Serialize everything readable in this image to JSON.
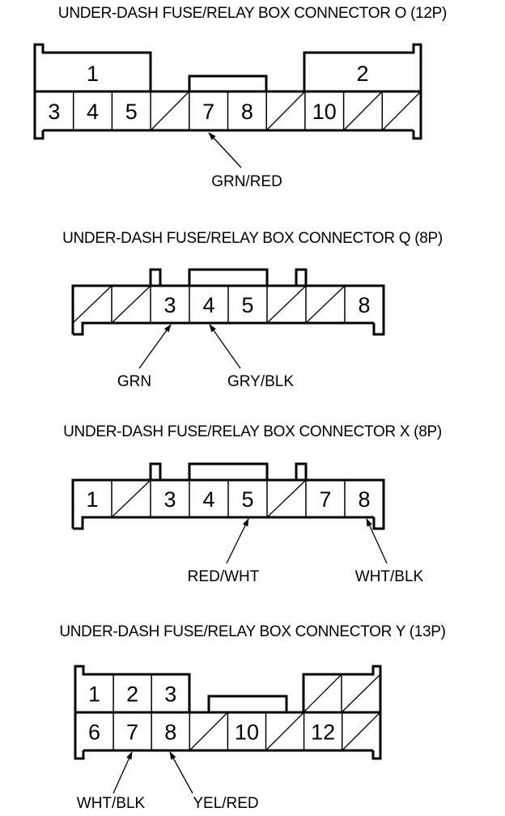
{
  "connectors": [
    {
      "id": "O",
      "title": "UNDER-DASH FUSE/RELAY BOX CONNECTOR O (12P)",
      "pin_count": 12,
      "upper_row": [
        {
          "label": "1",
          "type": "large"
        },
        {
          "label": "2",
          "type": "large"
        }
      ],
      "lower_row": [
        "3",
        "4",
        "5",
        "",
        "7",
        "8",
        "",
        "10",
        "",
        ""
      ],
      "wires": [
        {
          "pin": "7",
          "color": "GRN/RED"
        }
      ]
    },
    {
      "id": "Q",
      "title": "UNDER-DASH FUSE/RELAY BOX CONNECTOR Q (8P)",
      "pin_count": 8,
      "lower_row": [
        "",
        "",
        "3",
        "4",
        "5",
        "",
        "",
        "8"
      ],
      "wires": [
        {
          "pin": "3",
          "color": "GRN"
        },
        {
          "pin": "4",
          "color": "GRY/BLK"
        }
      ]
    },
    {
      "id": "X",
      "title": "UNDER-DASH FUSE/RELAY BOX CONNECTOR X (8P)",
      "pin_count": 8,
      "lower_row": [
        "1",
        "",
        "3",
        "4",
        "5",
        "",
        "7",
        "8"
      ],
      "wires": [
        {
          "pin": "5",
          "color": "RED/WHT"
        },
        {
          "pin": "8",
          "color": "WHT/BLK"
        }
      ]
    },
    {
      "id": "Y",
      "title": "UNDER-DASH FUSE/RELAY BOX CONNECTOR Y (13P)",
      "pin_count": 13,
      "upper_row": [
        "1",
        "2",
        "3",
        "",
        ""
      ],
      "lower_row": [
        "6",
        "7",
        "8",
        "",
        "10",
        "",
        "12",
        ""
      ],
      "wires": [
        {
          "pin": "7",
          "color": "WHT/BLK"
        },
        {
          "pin": "8",
          "color": "YEL/RED"
        }
      ]
    }
  ],
  "colors": {
    "line": "#000000",
    "background": "#ffffff"
  }
}
